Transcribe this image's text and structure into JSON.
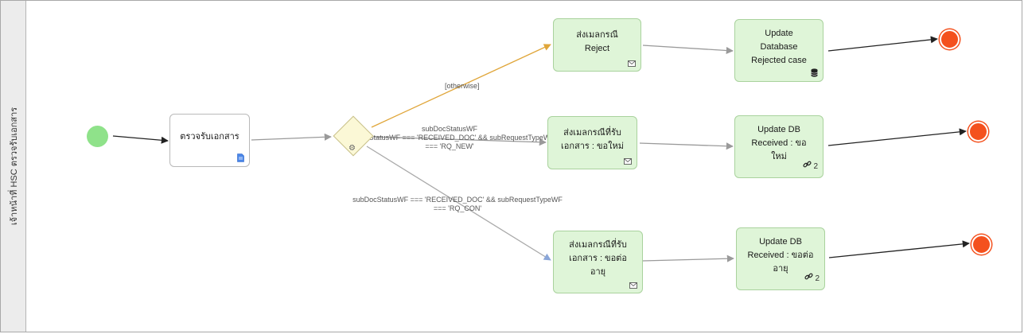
{
  "lane": {
    "label": "เจ้าหน้าที่ HSC ตรวจรับเอกสาร"
  },
  "tasks": {
    "receive_docs": {
      "label": "ตรวจรับเอกสาร",
      "marker": "document-icon"
    },
    "send_reject": {
      "label": "ส่งเมลกรณี\nReject",
      "marker": "envelope-icon"
    },
    "update_rejected": {
      "label": "Update\nDatabase\nRejected case",
      "marker": "database-icon"
    },
    "send_received_new": {
      "label": "ส่งเมลกรณีที่รับ\nเอกสาร : ขอใหม่",
      "marker": "envelope-icon"
    },
    "update_received_new": {
      "label": "Update DB\nReceived : ขอ\nใหม่",
      "marker": "link-icon",
      "count": "2"
    },
    "send_received_con": {
      "label": "ส่งเมลกรณีที่รับ\nเอกสาร : ขอต่อ\nอายุ",
      "marker": "envelope-icon"
    },
    "update_received_con": {
      "label": "Update DB\nReceived : ขอต่อ\nอายุ",
      "marker": "link-icon",
      "count": "2"
    }
  },
  "flows": {
    "otherwise": "[otherwise]",
    "new_line1": "subDocStatusWF",
    "new_line2": "subDocStatusWF === 'RECEIVED_DOC' && subRequestTypeWF",
    "new_line3": "=== 'RQ_NEW'",
    "con_line1": "subDocStatusWF === 'RECEIVED_DOC' && subRequestTypeWF",
    "con_line2": "=== 'RQ_CON'"
  },
  "colors": {
    "start": "#8fe28a",
    "end": "#f4511e",
    "task_green": "#dff5d8",
    "gateway": "#fbf8d6",
    "flow_default": "#a9a9a9",
    "flow_otherwise": "#e0a63a",
    "flow_dark": "#333333"
  }
}
